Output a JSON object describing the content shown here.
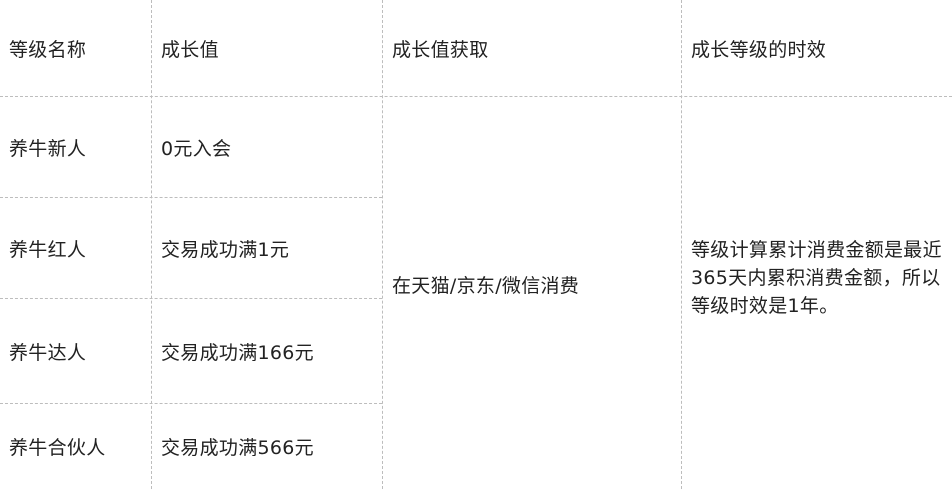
{
  "header": {
    "level_name": "等级名称",
    "growth_value": "成长值",
    "growth_source": "成长值获取",
    "validity": "成长等级的时效"
  },
  "rows": [
    {
      "name": "养牛新人",
      "value": "0元入会"
    },
    {
      "name": "养牛红人",
      "value": "交易成功满1元"
    },
    {
      "name": "养牛达人",
      "value": "交易成功满166元"
    },
    {
      "name": "养牛合伙人",
      "value": "交易成功满566元"
    }
  ],
  "merged": {
    "growth_source": "在天猫/京东/微信消费",
    "validity": "等级计算累计消费金额是最近365天内累积消费金额，所以等级时效是1年。"
  }
}
